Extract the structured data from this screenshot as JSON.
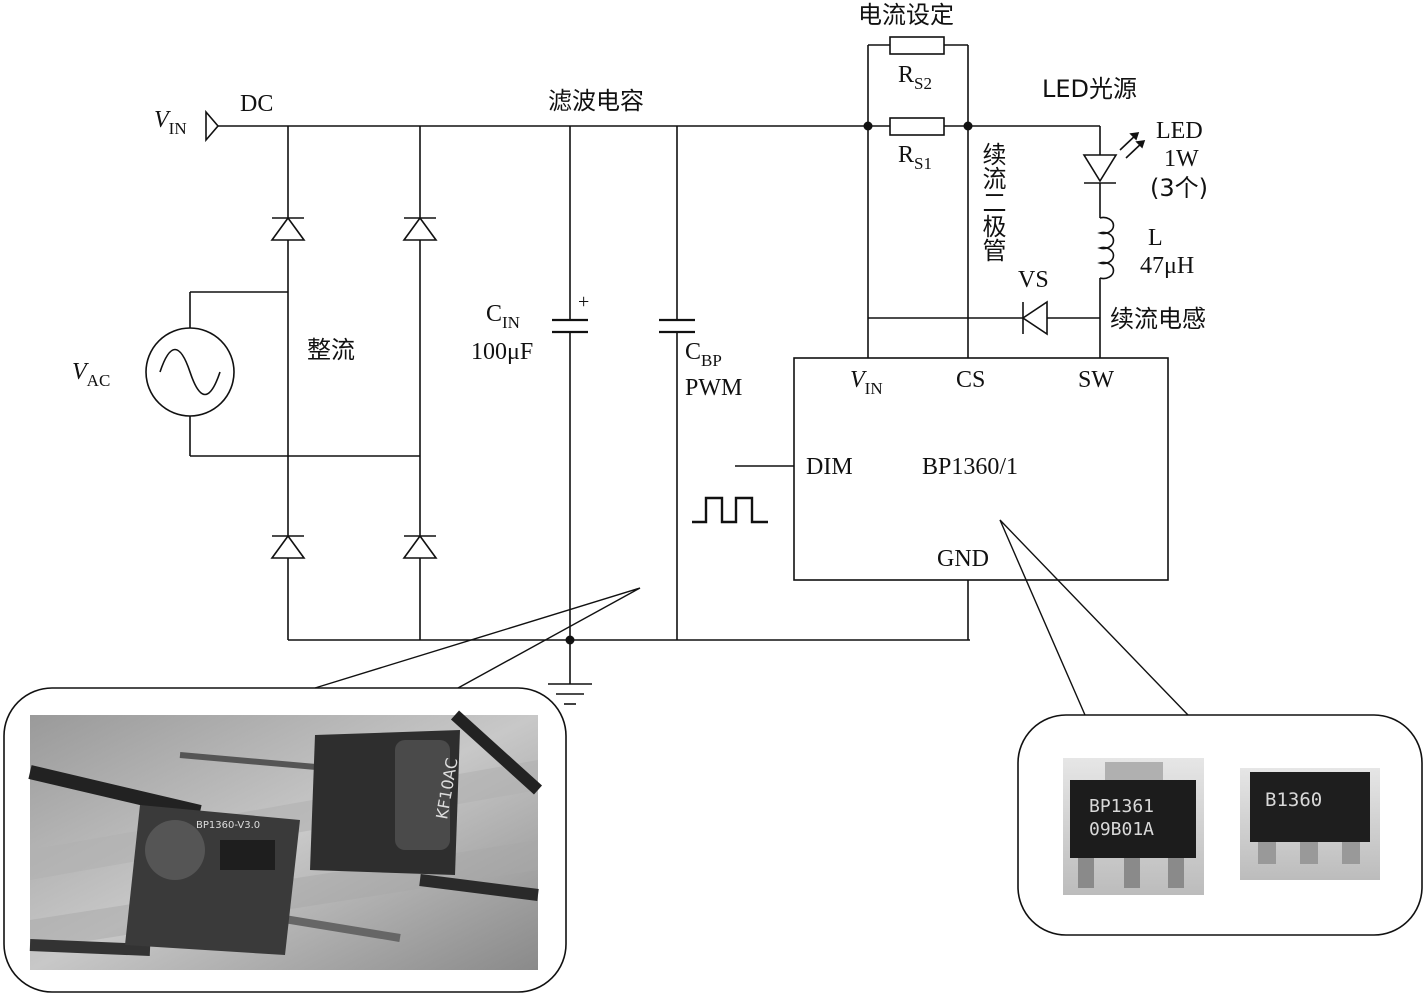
{
  "labels": {
    "vin_symbol": "V",
    "vin_sub": "IN",
    "dc": "DC",
    "vac_symbol": "V",
    "vac_sub": "AC",
    "rectifier": "整流",
    "filter_cap_title": "滤波电容",
    "cin_symbol": "C",
    "cin_sub": "IN",
    "cin_value": "100μF",
    "cin_plus": "+",
    "cbp_symbol": "C",
    "cbp_sub": "BP",
    "cbp_pwm": "PWM",
    "current_setting": "电流设定",
    "rs2_symbol": "R",
    "rs2_sub": "S2",
    "rs1_symbol": "R",
    "rs1_sub": "S1",
    "led_source": "LED光源",
    "led_name": "LED",
    "led_power": "1W",
    "led_count": "(3个)",
    "freewheel_diode": "续流二极管",
    "vs": "VS",
    "inductor_symbol": "L",
    "inductor_value": "47μH",
    "freewheel_inductor": "续流电感"
  },
  "ic": {
    "name": "BP1360/1",
    "pin_vin_symbol": "V",
    "pin_vin_sub": "IN",
    "pin_cs": "CS",
    "pin_sw": "SW",
    "pin_dim": "DIM",
    "pin_gnd": "GND"
  },
  "chip_photo": {
    "chip1_line1": "BP1361",
    "chip1_line2": "09B01A",
    "chip2_line1": "B1360"
  },
  "module_photo": {
    "board_print": "BP1360-V3.0",
    "cap_print": "KF10AC"
  }
}
